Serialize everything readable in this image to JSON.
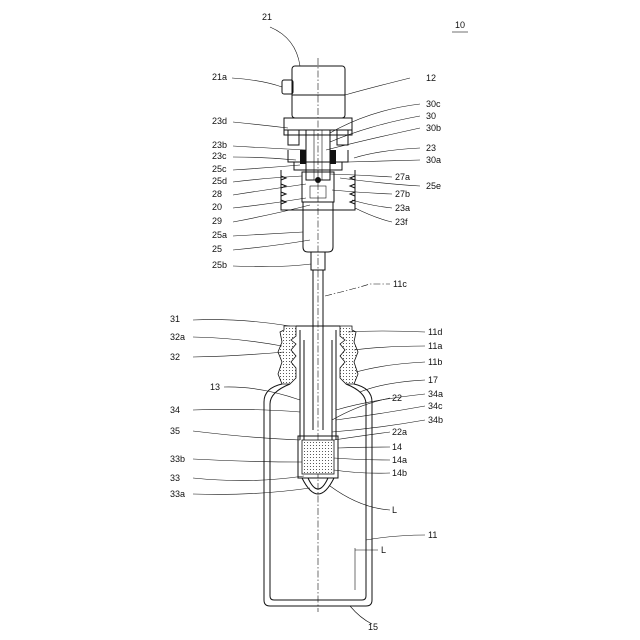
{
  "figure_ref": "10",
  "labels": {
    "l21": "21",
    "l21a": "21a",
    "l12": "12",
    "l30c": "30c",
    "l30": "30",
    "l23d": "23d",
    "l30b": "30b",
    "l23b": "23b",
    "l23": "23",
    "l23c": "23c",
    "l30a": "30a",
    "l25c": "25c",
    "l27a": "27a",
    "l25d": "25d",
    "l25e": "25e",
    "l28": "28",
    "l27b": "27b",
    "l20": "20",
    "l23a": "23a",
    "l29": "29",
    "l23f": "23f",
    "l25a": "25a",
    "l25": "25",
    "l25b": "25b",
    "l11c": "11c",
    "l31": "31",
    "l11d": "11d",
    "l32a": "32a",
    "l11a": "11a",
    "l32": "32",
    "l11b": "11b",
    "l13": "13",
    "l17": "17",
    "l34a": "34a",
    "l22": "22",
    "l34": "34",
    "l34c": "34c",
    "l34b": "34b",
    "l35": "35",
    "l22a": "22a",
    "l14": "14",
    "l33b": "33b",
    "l14a": "14a",
    "l33": "33",
    "l14b": "14b",
    "l33a": "33a",
    "lL1": "L",
    "l11": "11",
    "lL2": "L",
    "l15": "15"
  }
}
